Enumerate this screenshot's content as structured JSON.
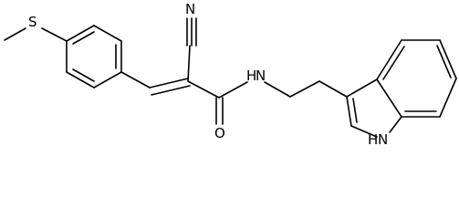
{
  "atom_labels": {
    "sulfur": "S",
    "nitrile_nitrogen": "N",
    "amide_nitrogen_h": "H",
    "amide_nitrogen": "N",
    "carbonyl_oxygen": "O",
    "indole_nh": "H",
    "indole_n": "N"
  }
}
